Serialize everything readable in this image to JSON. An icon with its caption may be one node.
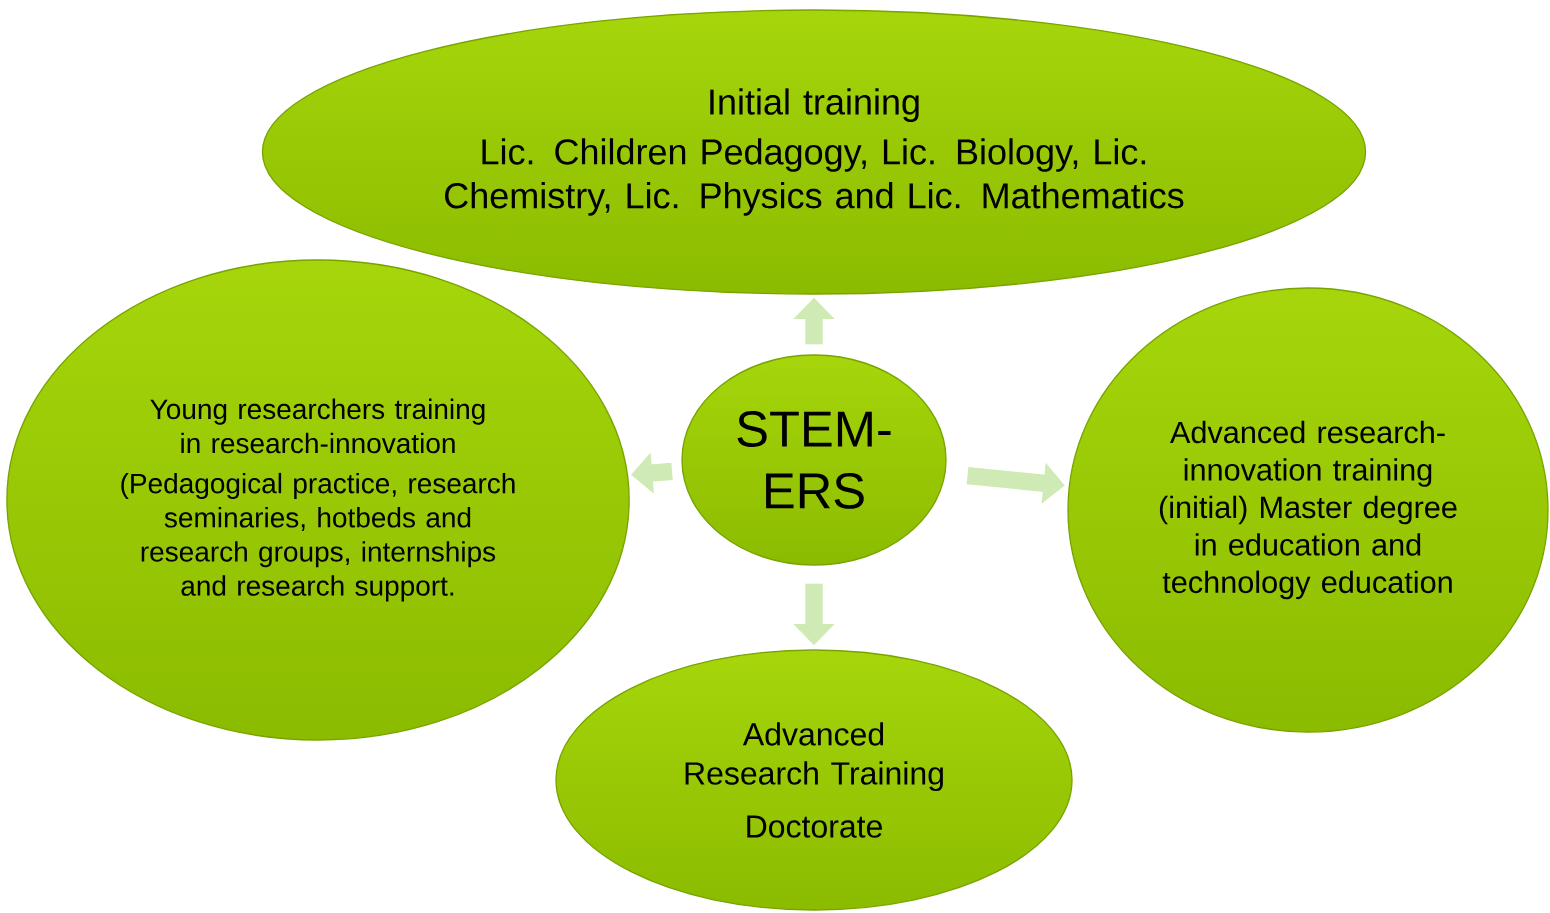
{
  "diagram": {
    "nodes": [
      {
        "text": [
          "STEM-ERS"
        ]
      },
      {
        "text": [
          "Initial training",
          "Lic. Children Pedagogy, Lic. Biology, Lic. Chemistry, Lic. Physics and Lic. Mathematics"
        ]
      },
      {
        "text": [
          "Young researchers training in research-innovation",
          "(Pedagogical practice, research seminaries, hotbeds and research groups, internships and research support."
        ]
      },
      {
        "text": [
          "Advanced research-innovation training (initial) Master degree in education and technology education"
        ]
      },
      {
        "text": [
          "Advanced Research Training",
          "Doctorate"
        ]
      }
    ],
    "edges": [
      {
        "from": 0,
        "to": 1,
        "arrow": "to"
      },
      {
        "from": 0,
        "to": 2,
        "arrow": "to"
      },
      {
        "from": 0,
        "to": 3,
        "arrow": "to"
      },
      {
        "from": 0,
        "to": 4,
        "arrow": "to"
      }
    ]
  }
}
